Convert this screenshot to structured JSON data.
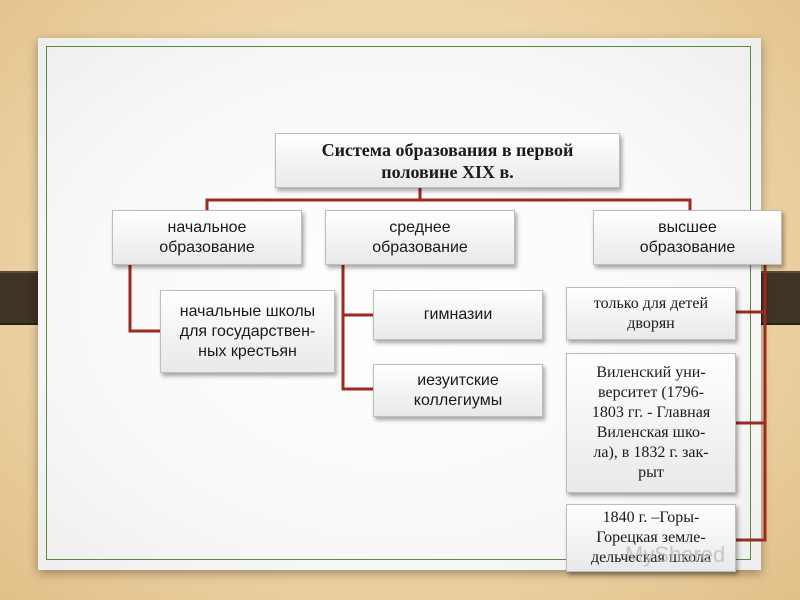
{
  "title": "Система образования в первой\nполовине XIX в.",
  "categories": [
    {
      "label": "начальное\nобразование"
    },
    {
      "label": "среднее\nобразование"
    },
    {
      "label": "высшее\nобразование"
    }
  ],
  "primary": {
    "item": "начальные школы\nдля государствен-\nных крестьян"
  },
  "secondary": {
    "items": [
      "гимназии",
      "иезуитские\nколлегиумы"
    ]
  },
  "higher": {
    "items": [
      "только для детей\nдворян",
      "Виленский уни-\nверситет (1796-\n1803 гг. - Главная\nВиленская шко-\nла), в 1832 г. зак-\nрыт",
      "1840 г. –Горы-\nГорецкая земле-\nдельческая школа"
    ]
  },
  "watermark": "MyShared",
  "colors": {
    "connector": "#9b2a23",
    "frame": "#5b8a3a",
    "stripe": "#3f3227"
  }
}
